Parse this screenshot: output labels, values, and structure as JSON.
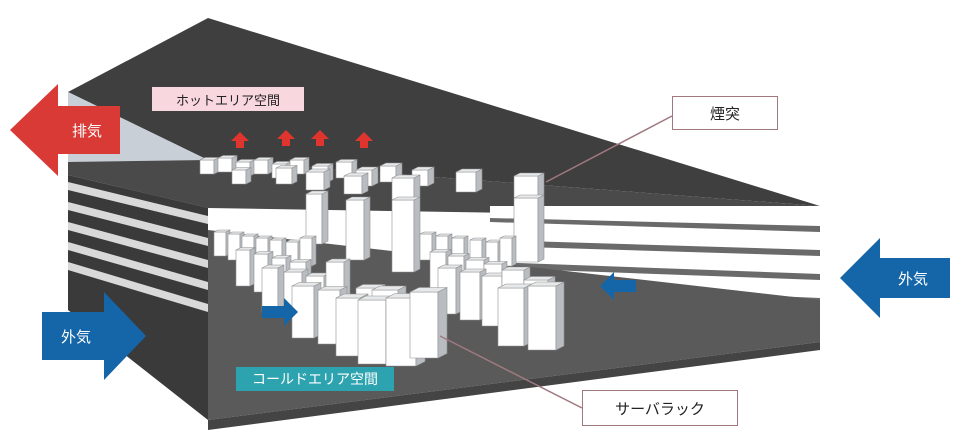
{
  "labels": {
    "hot_area": "ホットエリア空間",
    "cold_area": "コールドエリア空間",
    "chimney": "煙突",
    "server_rack": "サーバラック",
    "exhaust": "排気",
    "outside_air_left": "外気",
    "outside_air_right": "外気"
  },
  "colors": {
    "exhaust_arrow": "#d93a35",
    "outside_air_arrow": "#1566a8",
    "hot_label_bg": "#f8d7de",
    "cold_label_bg": "#2ea3b0",
    "ceiling": "#3c3c3c",
    "floor": "#555555"
  },
  "icons": {
    "exhaust": "left-arrow-icon",
    "outside_air": "right-arrow-icon",
    "heat_flow": "up-arrow-icon"
  }
}
